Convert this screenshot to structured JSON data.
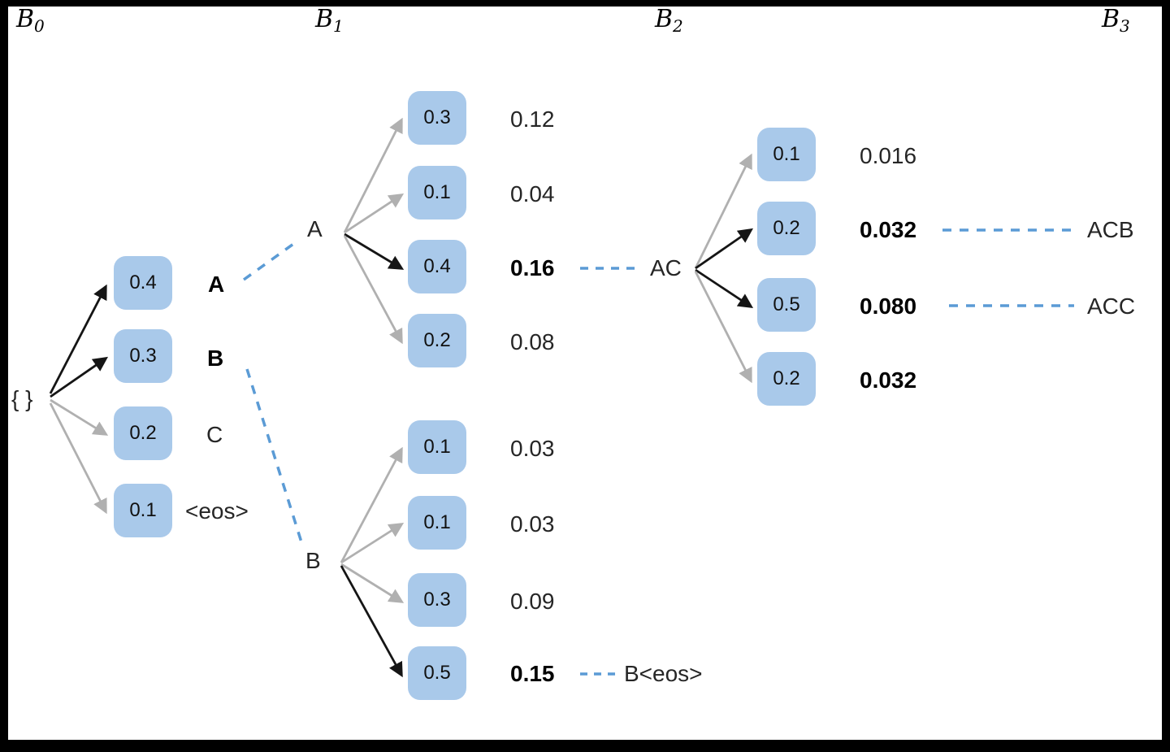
{
  "columns": [
    {
      "base": "B",
      "sub": "0"
    },
    {
      "base": "B",
      "sub": "1"
    },
    {
      "base": "B",
      "sub": "2"
    },
    {
      "base": "B",
      "sub": "3"
    }
  ],
  "root": {
    "label": "{ }"
  },
  "level0": {
    "boxes": [
      {
        "value": "0.4",
        "selected": true
      },
      {
        "value": "0.3",
        "selected": true
      },
      {
        "value": "0.2",
        "selected": false
      },
      {
        "value": "0.1",
        "selected": false
      }
    ],
    "labels": [
      {
        "text": "A",
        "selected": true
      },
      {
        "text": "B",
        "selected": true
      },
      {
        "text": "C",
        "selected": false
      },
      {
        "text": "<eos>",
        "selected": false
      }
    ]
  },
  "levelA": {
    "node": "A",
    "boxes": [
      {
        "value": "0.3",
        "selected": false
      },
      {
        "value": "0.1",
        "selected": false
      },
      {
        "value": "0.4",
        "selected": true
      },
      {
        "value": "0.2",
        "selected": false
      }
    ],
    "values": [
      {
        "text": "0.12",
        "selected": false
      },
      {
        "text": "0.04",
        "selected": false
      },
      {
        "text": "0.16",
        "selected": true
      },
      {
        "text": "0.08",
        "selected": false
      }
    ]
  },
  "levelB": {
    "node": "B",
    "boxes": [
      {
        "value": "0.1",
        "selected": false
      },
      {
        "value": "0.1",
        "selected": false
      },
      {
        "value": "0.3",
        "selected": false
      },
      {
        "value": "0.5",
        "selected": true
      }
    ],
    "values": [
      {
        "text": "0.03",
        "selected": false
      },
      {
        "text": "0.03",
        "selected": false
      },
      {
        "text": "0.09",
        "selected": false
      },
      {
        "text": "0.15",
        "selected": true
      }
    ],
    "terminal": "B<eos>"
  },
  "levelAC": {
    "node": "AC",
    "boxes": [
      {
        "value": "0.1",
        "selected": false
      },
      {
        "value": "0.2",
        "selected": true
      },
      {
        "value": "0.5",
        "selected": true
      },
      {
        "value": "0.2",
        "selected": false
      }
    ],
    "values": [
      {
        "text": "0.016",
        "selected": false
      },
      {
        "text": "0.032",
        "selected": true
      },
      {
        "text": "0.080",
        "selected": true
      },
      {
        "text": "0.032",
        "selected": true
      }
    ],
    "outputs": [
      "ACB",
      "ACC"
    ]
  },
  "colors": {
    "box_fill": "#a9c9ea",
    "edge_selected": "#000000",
    "edge_unselected": "#b0b0b0",
    "dashed_link": "#5b9bd5",
    "background": "#ffffff",
    "frame": "#000000"
  }
}
